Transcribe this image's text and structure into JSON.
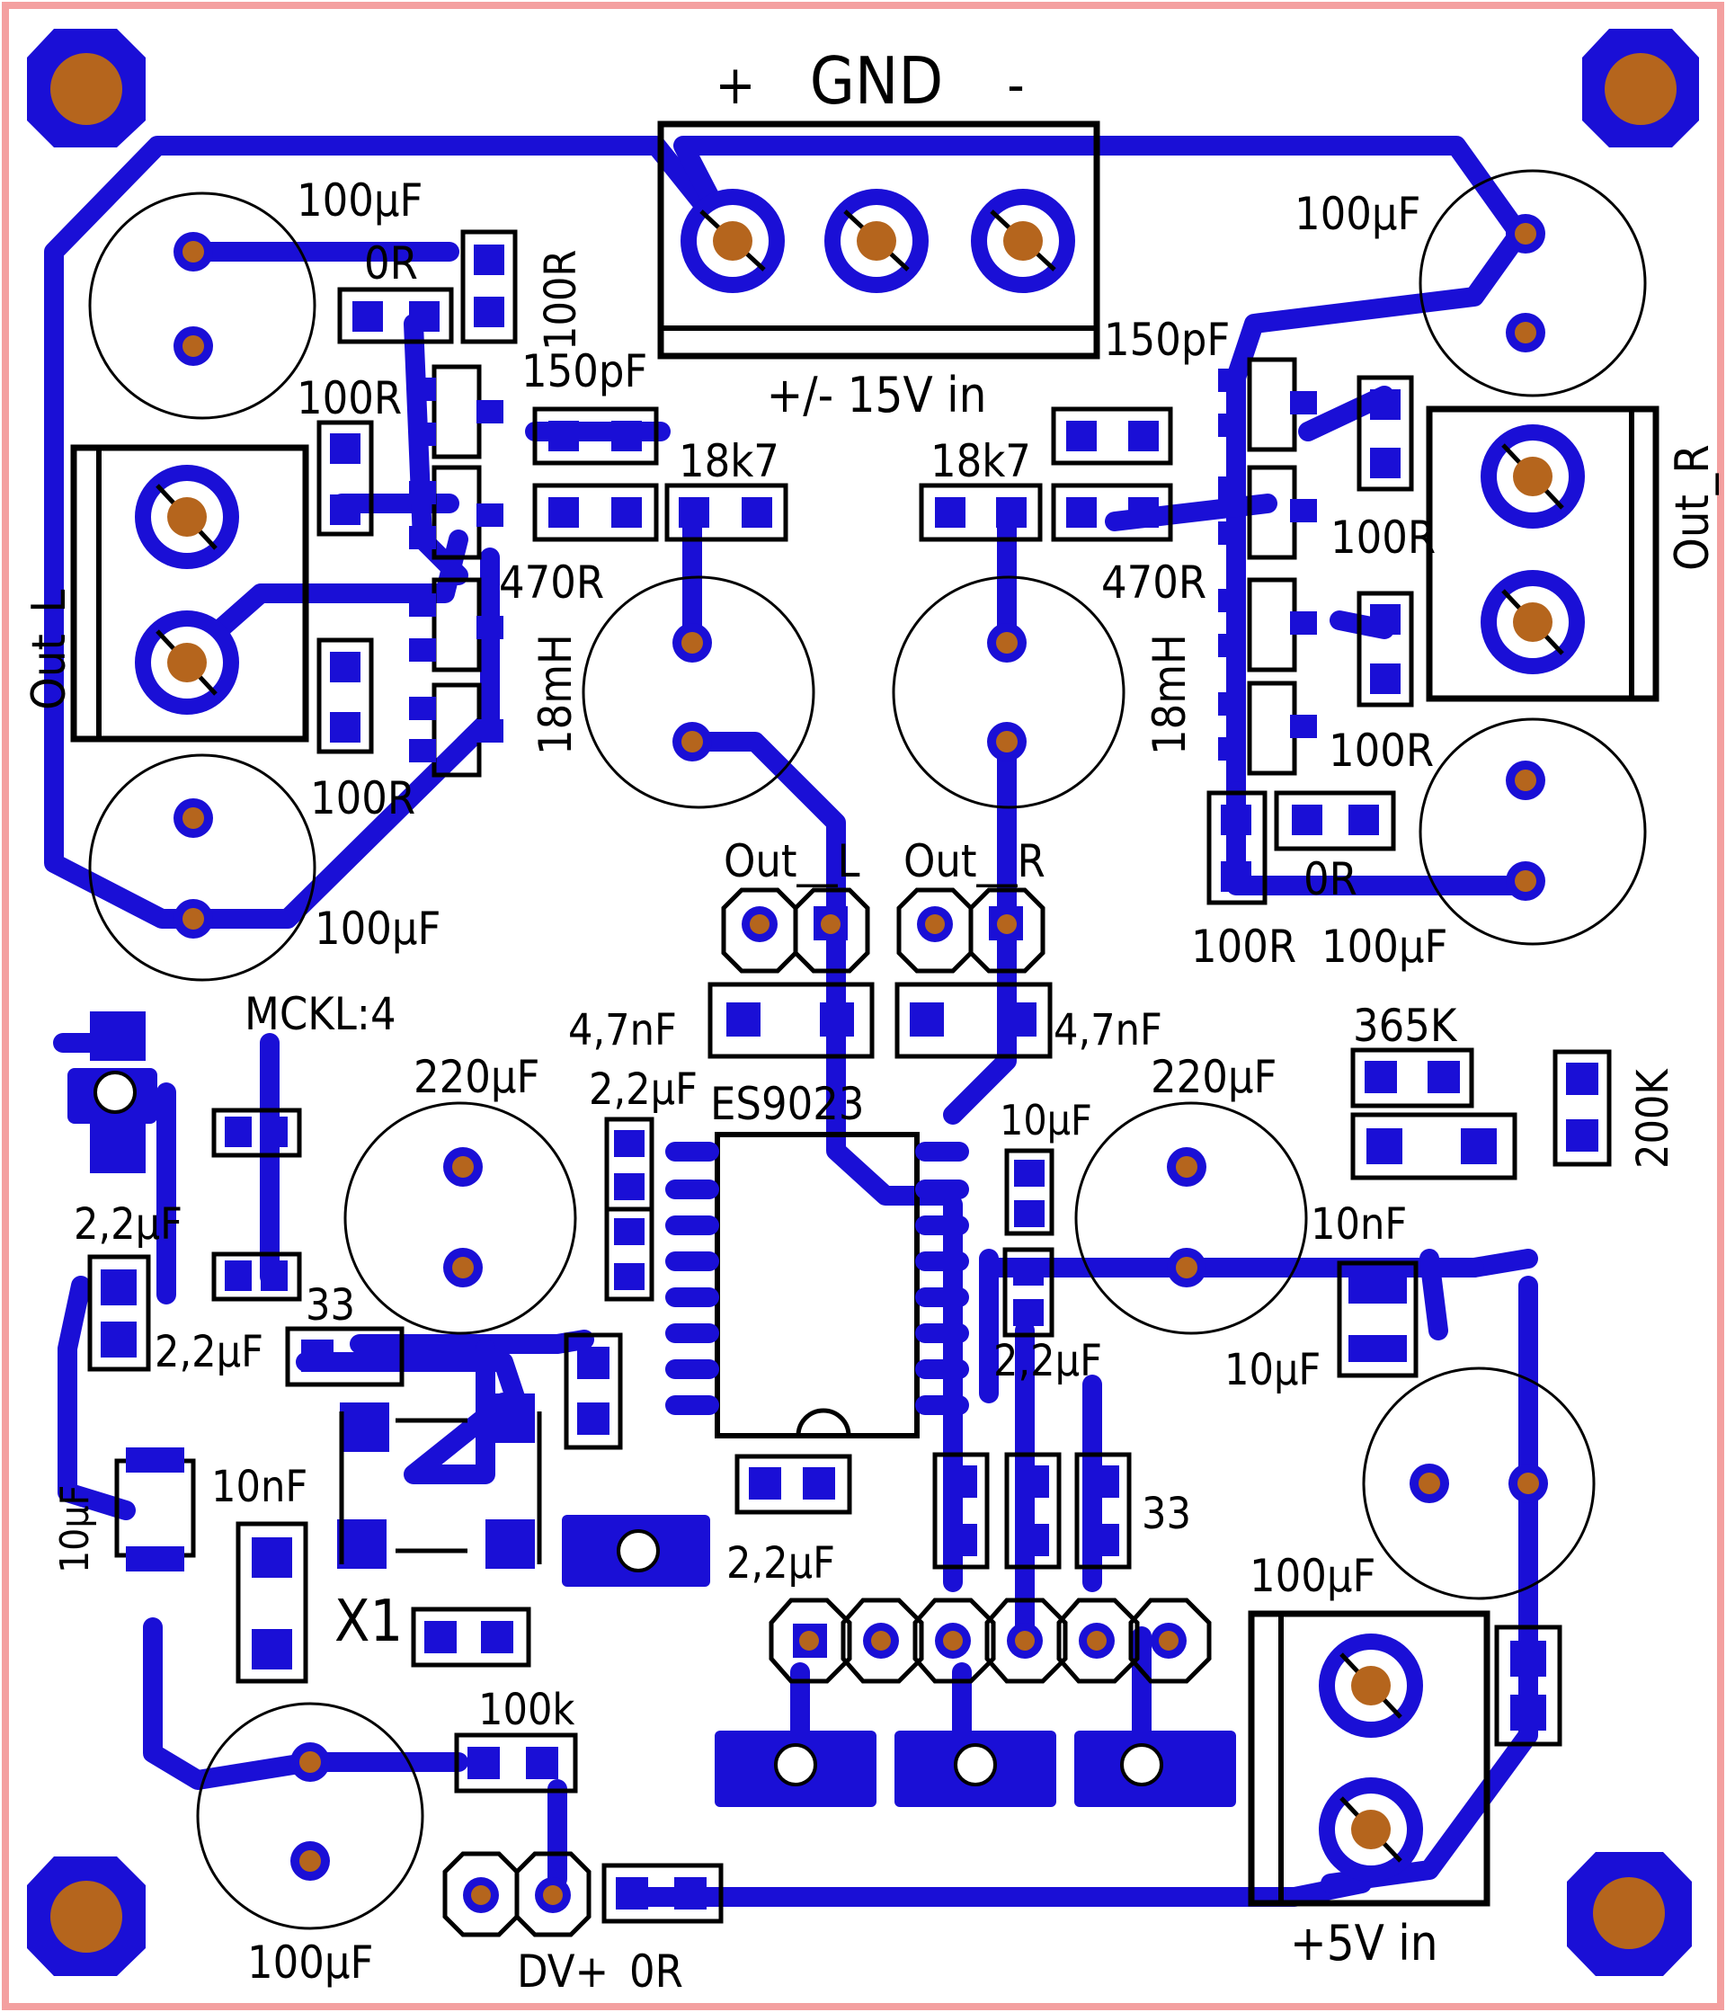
{
  "board": {
    "colors": {
      "background": "#ffffff",
      "border": "#f4a0a0",
      "copper": "#1a0fd6",
      "drill": "#b5651d",
      "silkscreen": "#000000"
    },
    "labels": {
      "power_in_plus": "+",
      "power_in_gnd": "GND",
      "power_in_minus": "-",
      "power_in_caption": "+/- 15V in",
      "out_l_terminal": "Out_L",
      "out_r_terminal": "Out_R",
      "out_l_header": "Out__L",
      "out_r_header": "Out__R",
      "chip": "ES9023",
      "mclk": "MCKL:4",
      "x1": "X1",
      "dvplus": "DV+",
      "supply_5v": "+5V in",
      "cap_100uf_tl": "100µF",
      "res_0r_tl": "0R",
      "res_100r_tl_v": "100R",
      "res_100r_l1": "100R",
      "cap_150pf_l": "150pF",
      "res_18k7_l": "18k7",
      "res_470r_l": "470R",
      "ind_18mh_l": "18mH",
      "res_100r_l2": "100R",
      "cap_100uf_l": "100µF",
      "cap_100uf_tr": "100µF",
      "cap_150pf_r": "150pF",
      "res_18k7_r": "18k7",
      "res_470r_r": "470R",
      "ind_18mh_r": "18mH",
      "res_100r_r1": "100R",
      "res_100r_r2": "100R",
      "res_0r_r": "0R",
      "res_100r_r3": "100R",
      "cap_100uf_r": "100µF",
      "cap_47nf_l": "4,7nF",
      "cap_47nf_r": "4,7nF",
      "cap_220uf_l": "220µF",
      "cap_22uf_a": "2,2µF",
      "cap_10uf_top": "10µF",
      "cap_220uf_r": "220µF",
      "res_365k": "365K",
      "res_200k": "200K",
      "cap_10nf_r": "10nF",
      "cap_10uf_r": "10µF",
      "cap_22uf_b": "2,2µF",
      "cap_22uf_c": "2,2µF",
      "res_33_l": "33",
      "cap_22uf_d": "2,2µF",
      "cap_10nf_l": "10nF",
      "cap_10uf_l": "10µF",
      "cap_22uf_e": "2,2µF",
      "res_33_r": "33",
      "cap_100uf_br": "100µF",
      "res_100k": "100k",
      "cap_100uf_bl": "100µF",
      "res_0r_b": "0R"
    }
  }
}
